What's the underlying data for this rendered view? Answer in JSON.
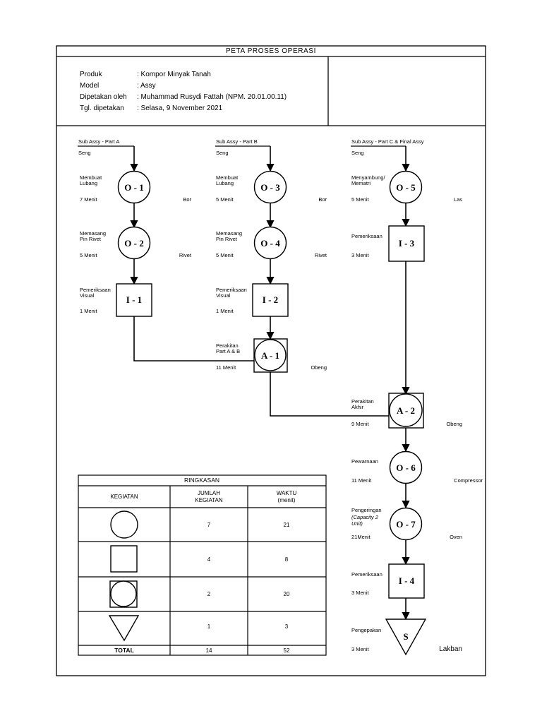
{
  "header": {
    "title": "PETA PROSES OPERASI",
    "info": [
      {
        "label": "Produk",
        "value": ": Kompor Minyak Tanah"
      },
      {
        "label": "Model",
        "value": ": Assy"
      },
      {
        "label": "Dipetakan oleh",
        "value": ": Muhammad Rusydi Fattah (NPM. 20.01.00.11)"
      },
      {
        "label": "Tgl. dipetakan",
        "value": ": Selasa, 9 November 2021"
      }
    ]
  },
  "columns": {
    "a": {
      "title": "Sub Assy - Part A",
      "material": "Seng"
    },
    "b": {
      "title": "Sub Assy - Part B",
      "material": "Seng"
    },
    "c": {
      "title": "Sub Assy - Part C & Final Assy",
      "material": "Seng"
    }
  },
  "nodes": {
    "o1": {
      "code": "O - 1",
      "desc1": "Membuat",
      "desc2": "Lubang",
      "time": "7 Menit",
      "tool": "Bor"
    },
    "o2": {
      "code": "O - 2",
      "desc1": "Memasang",
      "desc2": "Pin Rivet",
      "time": "5 Menit",
      "tool": "Rivet"
    },
    "i1": {
      "code": "I - 1",
      "desc1": "Pemeriksaan",
      "desc2": "Visual",
      "time": "1 Menit",
      "tool": ""
    },
    "o3": {
      "code": "O - 3",
      "desc1": "Membuat",
      "desc2": "Lubang",
      "time": "5 Menit",
      "tool": "Bor"
    },
    "o4": {
      "code": "O - 4",
      "desc1": "Memasang",
      "desc2": "Pin Rivet",
      "time": "5 Menit",
      "tool": "Rivet"
    },
    "i2": {
      "code": "I - 2",
      "desc1": "Pemeriksaan",
      "desc2": "Visual",
      "time": "1 Menit",
      "tool": ""
    },
    "a1": {
      "code": "A - 1",
      "desc1": "Perakitan",
      "desc2": "Part A & B",
      "time": "11 Menit",
      "tool": "Obeng"
    },
    "o5": {
      "code": "O - 5",
      "desc1": "Menyambung/",
      "desc2": "Mematri",
      "time": "5 Menit",
      "tool": "Las"
    },
    "i3": {
      "code": "I - 3",
      "desc1": "Pemeriksaan",
      "desc2": "",
      "time": "3 Menit",
      "tool": ""
    },
    "a2": {
      "code": "A - 2",
      "desc1": "Perakitan",
      "desc2": "Akhir",
      "time": "9 Menit",
      "tool": "Obeng"
    },
    "o6": {
      "code": "O - 6",
      "desc1": "Pewarnaan",
      "desc2": "",
      "time": "11 Menit",
      "tool": "Compressor"
    },
    "o7": {
      "code": "O - 7",
      "desc1": "Pengeringan",
      "desc2": "(Capacity 2",
      "desc3": "Unit)",
      "time": "21Menit",
      "tool": "Oven"
    },
    "i4": {
      "code": "I - 4",
      "desc1": "Pemeriksaan",
      "desc2": "",
      "time": "3 Menit",
      "tool": ""
    },
    "s": {
      "code": "S",
      "desc1": "Pengepakan",
      "desc2": "",
      "time": "3 Menit",
      "tool": "Lakban"
    }
  },
  "summary": {
    "title": "RINGKASAN",
    "col_activity": "KEGIATAN",
    "col_count_1": "JUMLAH",
    "col_count_2": "KEGIATAN",
    "col_time_1": "WAKTU",
    "col_time_2": "(menit)",
    "rows": [
      {
        "symbol": "operation-circle",
        "count": "7",
        "time": "21"
      },
      {
        "symbol": "inspection-square",
        "count": "4",
        "time": "8"
      },
      {
        "symbol": "combined-circle-square",
        "count": "2",
        "time": "20"
      },
      {
        "symbol": "storage-triangle",
        "count": "1",
        "time": "3"
      }
    ],
    "total_label": "TOTAL",
    "total_count": "14",
    "total_time": "52"
  }
}
